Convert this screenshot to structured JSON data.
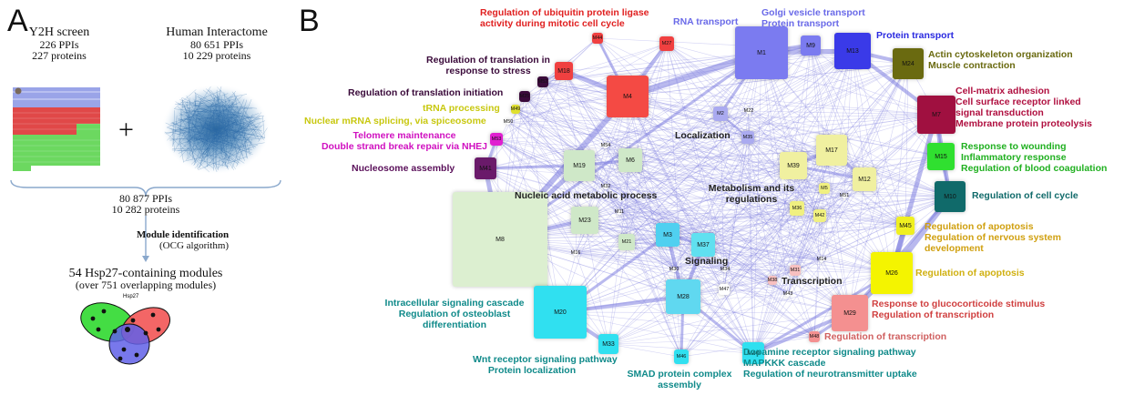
{
  "panel_a": {
    "letter": "A",
    "y2h": {
      "title": "Y2H screen",
      "ppis": "226 PPIs",
      "proteins": "227 proteins"
    },
    "plus": "+",
    "interactome": {
      "title": "Human Interactome",
      "ppis": "80 651 PPIs",
      "proteins": "10 229 proteins"
    },
    "merged": {
      "ppis": "80 877 PPIs",
      "proteins": "10 282 proteins"
    },
    "method": {
      "title": "Module identification",
      "algorithm": "(OCG algorithm)"
    },
    "result": {
      "title": "54 Hsp27-containing modules",
      "subtitle": "(over 751 overlapping modules)"
    },
    "venn_label": "Hsp27"
  },
  "panel_b": {
    "letter": "B",
    "colors": {
      "edge": "#8080e0"
    },
    "nodes": [
      {
        "id": "M1",
        "color": "#7b7bf0"
      },
      {
        "id": "M9",
        "color": "#7b7bf0"
      },
      {
        "id": "M13",
        "color": "#3a3ae8"
      },
      {
        "id": "M44",
        "color": "#f04040"
      },
      {
        "id": "M27",
        "color": "#f04040"
      },
      {
        "id": "M18",
        "color": "#f04040"
      },
      {
        "id": "M4",
        "color": "#f44a44"
      },
      {
        "id": "M52",
        "color": "#3a0a3a"
      },
      {
        "id": "M25",
        "color": "#3a0a3a"
      },
      {
        "id": "M49",
        "color": "#e0e030"
      },
      {
        "id": "M50",
        "color": "#ffffff"
      },
      {
        "id": "M53",
        "color": "#e020d0"
      },
      {
        "id": "M41",
        "color": "#6a1a6a"
      },
      {
        "id": "M24",
        "color": "#6a6a10"
      },
      {
        "id": "M7",
        "color": "#a01040"
      },
      {
        "id": "M15",
        "color": "#30e030"
      },
      {
        "id": "M10",
        "color": "#106a6a"
      },
      {
        "id": "M2",
        "color": "#aaaaf0"
      },
      {
        "id": "M22",
        "color": "#ffffff"
      },
      {
        "id": "M35",
        "color": "#aaaaf0"
      },
      {
        "id": "M54",
        "color": "#ffffff"
      },
      {
        "id": "M6",
        "color": "#cfe8c8"
      },
      {
        "id": "M19",
        "color": "#cfe8c8"
      },
      {
        "id": "M17",
        "color": "#f0f0a0"
      },
      {
        "id": "M39",
        "color": "#f0f0a0"
      },
      {
        "id": "M5",
        "color": "#f0f080"
      },
      {
        "id": "M12",
        "color": "#f0f0a0"
      },
      {
        "id": "M51",
        "color": "#ffffff"
      },
      {
        "id": "M32",
        "color": "#ffffff"
      },
      {
        "id": "M8",
        "color": "#dcefd0"
      },
      {
        "id": "M11",
        "color": "#ffffff"
      },
      {
        "id": "M23",
        "color": "#cfe8c8"
      },
      {
        "id": "M21",
        "color": "#cfe8c8"
      },
      {
        "id": "M16",
        "color": "#ffffff"
      },
      {
        "id": "M3",
        "color": "#50d0f0"
      },
      {
        "id": "M37",
        "color": "#60e0f0"
      },
      {
        "id": "M36",
        "color": "#f0f080"
      },
      {
        "id": "M42",
        "color": "#f0f080"
      },
      {
        "id": "M45",
        "color": "#f0f020"
      },
      {
        "id": "M26",
        "color": "#f4f400"
      },
      {
        "id": "M14",
        "color": "#ffffff"
      },
      {
        "id": "M31",
        "color": "#f8c0c0"
      },
      {
        "id": "M38",
        "color": "#f8c0c0"
      },
      {
        "id": "M43",
        "color": "#ffffff"
      },
      {
        "id": "M30",
        "color": "#ffffff"
      },
      {
        "id": "M34",
        "color": "#ffffff"
      },
      {
        "id": "M47",
        "color": "#ffffff"
      },
      {
        "id": "M28",
        "color": "#60d8f0"
      },
      {
        "id": "M29",
        "color": "#f49090"
      },
      {
        "id": "M48",
        "color": "#f49090"
      },
      {
        "id": "M20",
        "color": "#30e0f0"
      },
      {
        "id": "M33",
        "color": "#30e0f0"
      },
      {
        "id": "M46",
        "color": "#30e0f0"
      },
      {
        "id": "M40",
        "color": "#30e0f0"
      }
    ],
    "annotations": [
      {
        "key": "ubiq",
        "color": "#e02020",
        "lines": [
          "Regulation of ubiquitin protein ligase",
          "activity during mitotic cell cycle"
        ]
      },
      {
        "key": "rna",
        "color": "#6a6ae8",
        "lines": [
          "RNA transport"
        ]
      },
      {
        "key": "golgi",
        "color": "#6a6ae8",
        "lines": [
          "Golgi vesicle transport",
          "Protein transport"
        ]
      },
      {
        "key": "protein_transport",
        "color": "#2a2ae0",
        "lines": [
          "Protein transport"
        ]
      },
      {
        "key": "translation_stress",
        "color": "#3a0a3a",
        "lines": [
          "Regulation of translation in",
          "response to stress"
        ]
      },
      {
        "key": "translation_init",
        "color": "#3a0a3a",
        "lines": [
          "Regulation of translation initiation"
        ]
      },
      {
        "key": "trna",
        "color": "#c8c810",
        "lines": [
          "tRNA processing"
        ]
      },
      {
        "key": "splicing",
        "color": "#c8c810",
        "lines": [
          "Nuclear mRNA splicing, via spiceosome"
        ]
      },
      {
        "key": "telomere",
        "color": "#d010c0",
        "lines": [
          "Telomere maintenance",
          "Double strand break repair via NHEJ"
        ]
      },
      {
        "key": "nucleosome",
        "color": "#5a105a",
        "lines": [
          "Nucleosome assembly"
        ]
      },
      {
        "key": "actin",
        "color": "#6a6a10",
        "lines": [
          "Actin cytoskeleton organization",
          "Muscle contraction"
        ]
      },
      {
        "key": "matrix",
        "color": "#b01040",
        "lines": [
          "Cell-matrix adhesion",
          "Cell surface receptor linked",
          "signal transduction",
          "Membrane protein proteolysis"
        ]
      },
      {
        "key": "wounding",
        "color": "#20b020",
        "lines": [
          "Response to wounding",
          "Inflammatory response",
          "Regulation of blood coagulation"
        ]
      },
      {
        "key": "cell_cycle",
        "color": "#106a6a",
        "lines": [
          "Regulation of cell cycle"
        ]
      },
      {
        "key": "apoptosis_dev",
        "color": "#d0a010",
        "lines": [
          "Regulation of apoptosis",
          "Regulation of nervous system",
          "development"
        ]
      },
      {
        "key": "apoptosis",
        "color": "#d0b010",
        "lines": [
          "Regulation of apoptosis"
        ]
      },
      {
        "key": "glucocorticoid",
        "color": "#d04040",
        "lines": [
          "Response to glucocorticoide stimulus",
          "Regulation of transcription"
        ]
      },
      {
        "key": "transcription_reg",
        "color": "#d06060",
        "lines": [
          "Regulation of transcription"
        ]
      },
      {
        "key": "intracellular",
        "color": "#108a8a",
        "lines": [
          "Intracellular signaling cascade",
          "Regulation of osteoblast",
          "differentiation"
        ]
      },
      {
        "key": "wnt",
        "color": "#108a8a",
        "lines": [
          "Wnt receptor signaling pathway",
          "Protein localization"
        ]
      },
      {
        "key": "smad",
        "color": "#108a8a",
        "lines": [
          "SMAD protein complex",
          "assembly"
        ]
      },
      {
        "key": "dopamine",
        "color": "#108a8a",
        "lines": [
          "Dopamine receptor signaling pathway",
          "MAPKKK cascade",
          "Regulation of neurotransmitter uptake"
        ]
      },
      {
        "key": "localization",
        "color": "#222222",
        "lines": [
          "Localization"
        ]
      },
      {
        "key": "nucleic",
        "color": "#222222",
        "lines": [
          "Nucleic acid metabolic process"
        ]
      },
      {
        "key": "metabolism",
        "color": "#222222",
        "lines": [
          "Metabolism and its",
          "regulations"
        ]
      },
      {
        "key": "signaling",
        "color": "#222222",
        "lines": [
          "Signaling"
        ]
      },
      {
        "key": "transcription",
        "color": "#222222",
        "lines": [
          "Transcription"
        ]
      }
    ]
  }
}
